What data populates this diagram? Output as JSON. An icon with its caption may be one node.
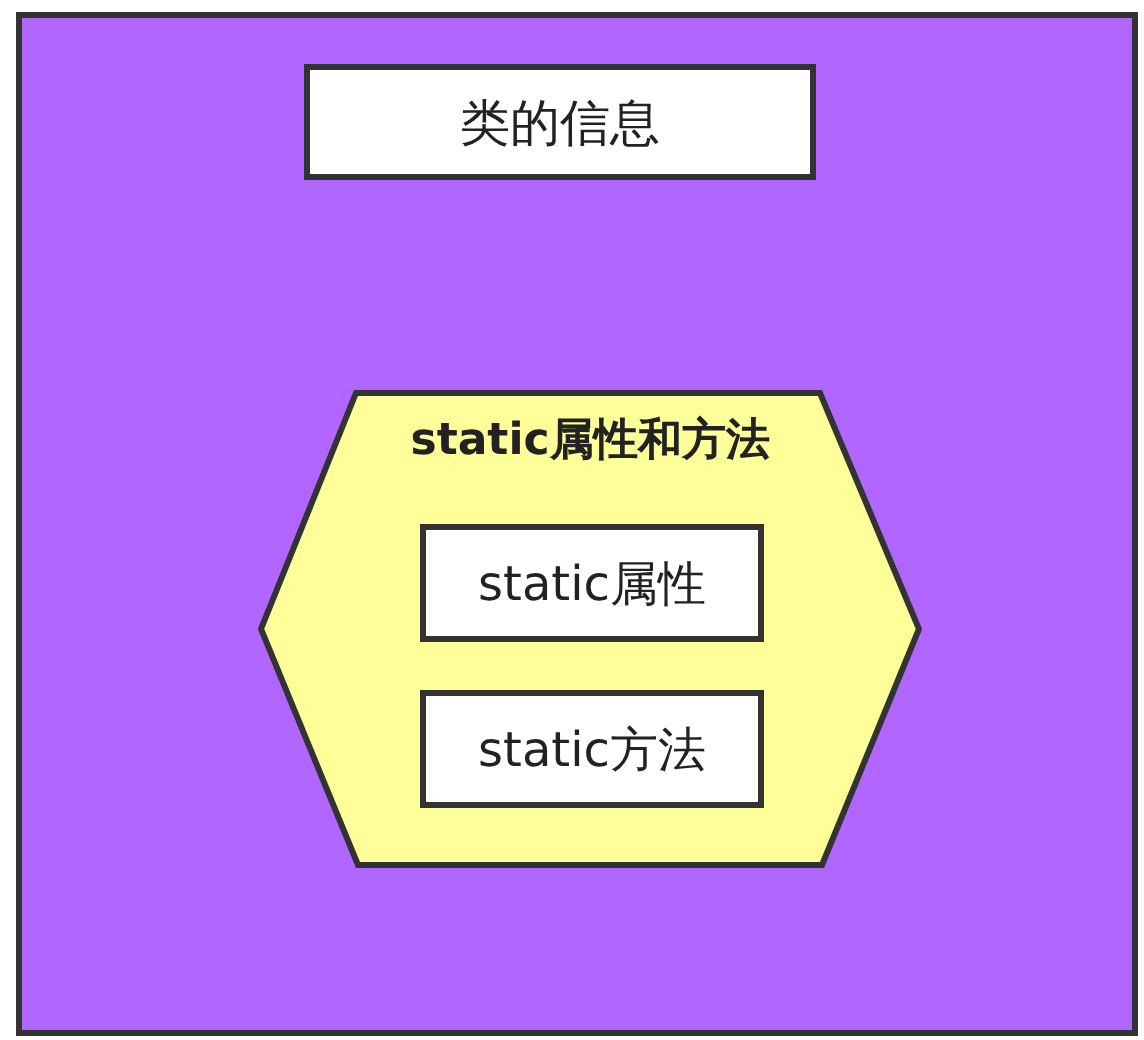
{
  "diagram": {
    "nodes": [
      {
        "text": [],
        "shape": "box"
      },
      {
        "text": [
          "类的信息"
        ],
        "in": 0
      },
      {
        "text": [
          "static属性和方法"
        ],
        "in": 0
      },
      {
        "text": [
          "static属性"
        ],
        "in": 2
      },
      {
        "text": [
          "static方法"
        ],
        "in": 2
      }
    ]
  }
}
